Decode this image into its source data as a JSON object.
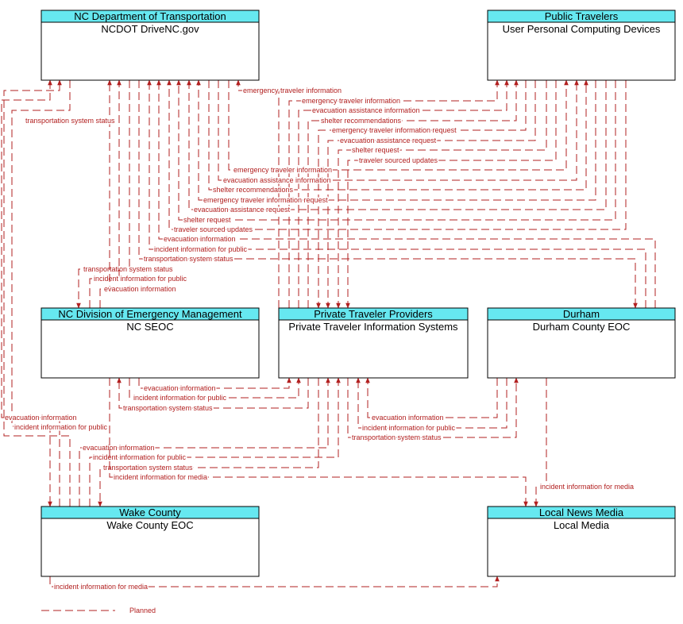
{
  "elements": {
    "ncdot": {
      "owner": "NC Department of Transportation",
      "name": "NCDOT DriveNC.gov"
    },
    "public": {
      "owner": "Public Travelers",
      "name": "User Personal Computing Devices"
    },
    "ncem": {
      "owner": "NC Division of Emergency Management",
      "name": "NC SEOC"
    },
    "ptp": {
      "owner": "Private Traveler Providers",
      "name": "Private Traveler Information Systems"
    },
    "durham": {
      "owner": "Durham",
      "name": "Durham County EOC"
    },
    "wake": {
      "owner": "Wake County",
      "name": "Wake County EOC"
    },
    "media": {
      "owner": "Local News Media",
      "name": "Local Media"
    }
  },
  "flows": [
    {
      "label": "emergency traveler information",
      "from": "ptp",
      "to": "ncdot"
    },
    {
      "label": "emergency traveler information",
      "from": "ptp",
      "to": "public"
    },
    {
      "label": "evacuation assistance information",
      "from": "ptp",
      "to": "public"
    },
    {
      "label": "shelter recommendations",
      "from": "ptp",
      "to": "public"
    },
    {
      "label": "emergency traveler information request",
      "from": "public",
      "to": "ptp"
    },
    {
      "label": "evacuation assistance request",
      "from": "public",
      "to": "ptp"
    },
    {
      "label": "shelter request",
      "from": "public",
      "to": "ptp"
    },
    {
      "label": "traveler sourced updates",
      "from": "public",
      "to": "ptp"
    },
    {
      "label": "emergency traveler information",
      "from": "ncdot",
      "to": "public"
    },
    {
      "label": "evacuation assistance information",
      "from": "ncdot",
      "to": "public"
    },
    {
      "label": "shelter recommendations",
      "from": "ncdot",
      "to": "public"
    },
    {
      "label": "emergency traveler information request",
      "from": "public",
      "to": "ncdot"
    },
    {
      "label": "evacuation assistance request",
      "from": "public",
      "to": "ncdot"
    },
    {
      "label": "shelter request",
      "from": "public",
      "to": "ncdot"
    },
    {
      "label": "traveler sourced updates",
      "from": "public",
      "to": "ncdot"
    },
    {
      "label": "evacuation information",
      "from": "durham",
      "to": "ncdot"
    },
    {
      "label": "incident information for public",
      "from": "durham",
      "to": "ncdot"
    },
    {
      "label": "transportation system status",
      "from": "ncdot",
      "to": "durham"
    },
    {
      "label": "transportation system status",
      "from": "ncdot",
      "to": "ncem"
    },
    {
      "label": "incident information for public",
      "from": "ncem",
      "to": "ncdot"
    },
    {
      "label": "evacuation information",
      "from": "ncem",
      "to": "ncdot"
    },
    {
      "label": "transportation system status",
      "from": "ncdot",
      "to": "wake"
    },
    {
      "label": "evacuation information",
      "from": "ncem",
      "to": "ptp"
    },
    {
      "label": "incident information for public",
      "from": "ncem",
      "to": "ptp"
    },
    {
      "label": "transportation system status",
      "from": "ptp",
      "to": "ncem"
    },
    {
      "label": "evacuation information",
      "from": "durham",
      "to": "ptp"
    },
    {
      "label": "incident information for public",
      "from": "durham",
      "to": "ptp"
    },
    {
      "label": "transportation system status",
      "from": "ptp",
      "to": "durham"
    },
    {
      "label": "evacuation information",
      "from": "wake",
      "to": "ncdot"
    },
    {
      "label": "incident information for public",
      "from": "wake",
      "to": "ncdot"
    },
    {
      "label": "evacuation information",
      "from": "wake",
      "to": "ptp"
    },
    {
      "label": "incident information for public",
      "from": "wake",
      "to": "ptp"
    },
    {
      "label": "transportation system status",
      "from": "ptp",
      "to": "wake"
    },
    {
      "label": "incident information for media",
      "from": "ncem",
      "to": "media"
    },
    {
      "label": "incident information for media",
      "from": "durham",
      "to": "media"
    },
    {
      "label": "incident information for media",
      "from": "wake",
      "to": "media"
    }
  ],
  "legend": {
    "label": "Planned"
  }
}
